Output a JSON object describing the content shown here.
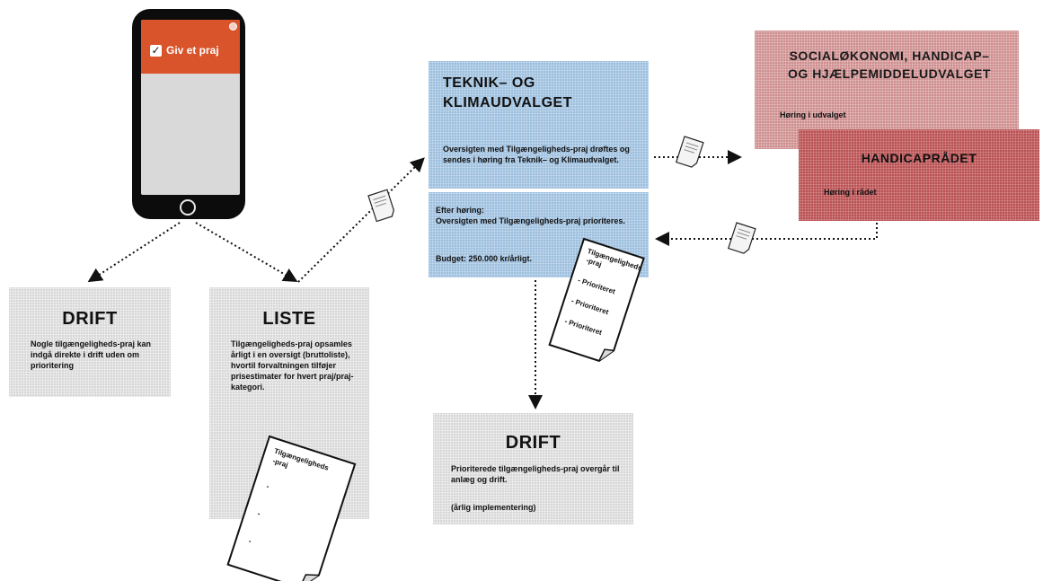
{
  "phone": {
    "button_label": "Giv et praj"
  },
  "drift_left": {
    "title": "DRIFT",
    "text": "Nogle tilgængeligheds-praj kan indgå direkte i drift uden om prioritering"
  },
  "liste": {
    "title": "LISTE",
    "text": "Tilgængeligheds-praj opsamles årligt i en oversigt (bruttoliste), hvortil forvaltningen tilføjer prisestimater for hvert praj/praj-kategori.",
    "doc_title_line1": "Tilgængeligheds",
    "doc_title_line2": "-praj",
    "doc_bullets": [
      "-",
      "-",
      "-"
    ]
  },
  "teknik": {
    "title_line1": "TEKNIK– OG",
    "title_line2": "KLIMAUDVALGET",
    "text": "Oversigten med Tilgængeligheds-praj drøftes og sendes i høring fra Teknik– og Klimaudvalget.",
    "after_hearing": "Efter høring:\nOversigten med Tilgængeligheds-praj prioriteres.",
    "budget": "Budget: 250.000 kr/årligt.",
    "doc_title_line1": "Tilgængeligheds",
    "doc_title_line2": "-praj",
    "doc_items": [
      "- Prioriteret",
      "- Prioriteret",
      "- Prioriteret"
    ]
  },
  "social": {
    "title_line1": "SOCIALØKONOMI, HANDICAP–",
    "title_line2": "OG HJÆLPEMIDDELUDVALGET",
    "text": "Høring i udvalget"
  },
  "handicapraadet": {
    "title": "HANDICAPRÅDET",
    "text": "Høring i rådet"
  },
  "drift_bottom": {
    "title": "DRIFT",
    "text": "Prioriterede tilgængeligheds-praj overgår til anlæg og drift.",
    "note": "(årlig implementering)"
  },
  "colors": {
    "phone_accent": "#d9542a",
    "gray": "#d8d8d8",
    "blue": "#9ec0df",
    "pink": "#cf8f90",
    "red": "#b95355"
  }
}
